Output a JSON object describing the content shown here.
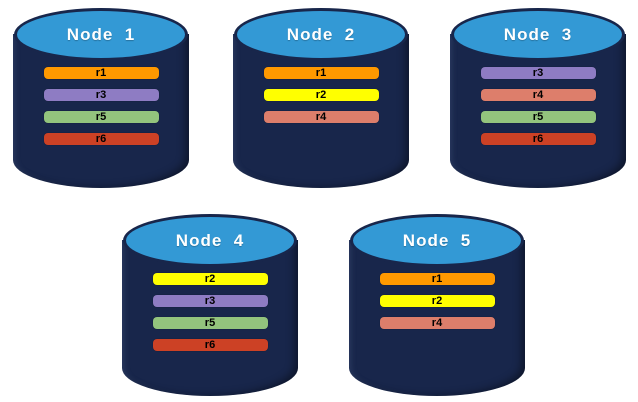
{
  "nodes": [
    {
      "label": "Node  1",
      "replicas": [
        "r1",
        "r3",
        "r5",
        "r6"
      ]
    },
    {
      "label": "Node  2",
      "replicas": [
        "r1",
        "r2",
        "r4"
      ]
    },
    {
      "label": "Node  3",
      "replicas": [
        "r3",
        "r4",
        "r5",
        "r6"
      ]
    },
    {
      "label": "Node  4",
      "replicas": [
        "r2",
        "r3",
        "r5",
        "r6"
      ]
    },
    {
      "label": "Node  5",
      "replicas": [
        "r1",
        "r2",
        "r4"
      ]
    }
  ],
  "colors": {
    "cylinder_body": "#18264B",
    "cylinder_top": "#3399D5",
    "node_label_text": "#FFFFFF",
    "replica_label_text": "#000000",
    "replicas": {
      "r1": "#FF9900",
      "r2": "#FFFF00",
      "r3": "#8E7CC3",
      "r4": "#DD7E6B",
      "r5": "#93C47D",
      "r6": "#CC4125"
    }
  }
}
